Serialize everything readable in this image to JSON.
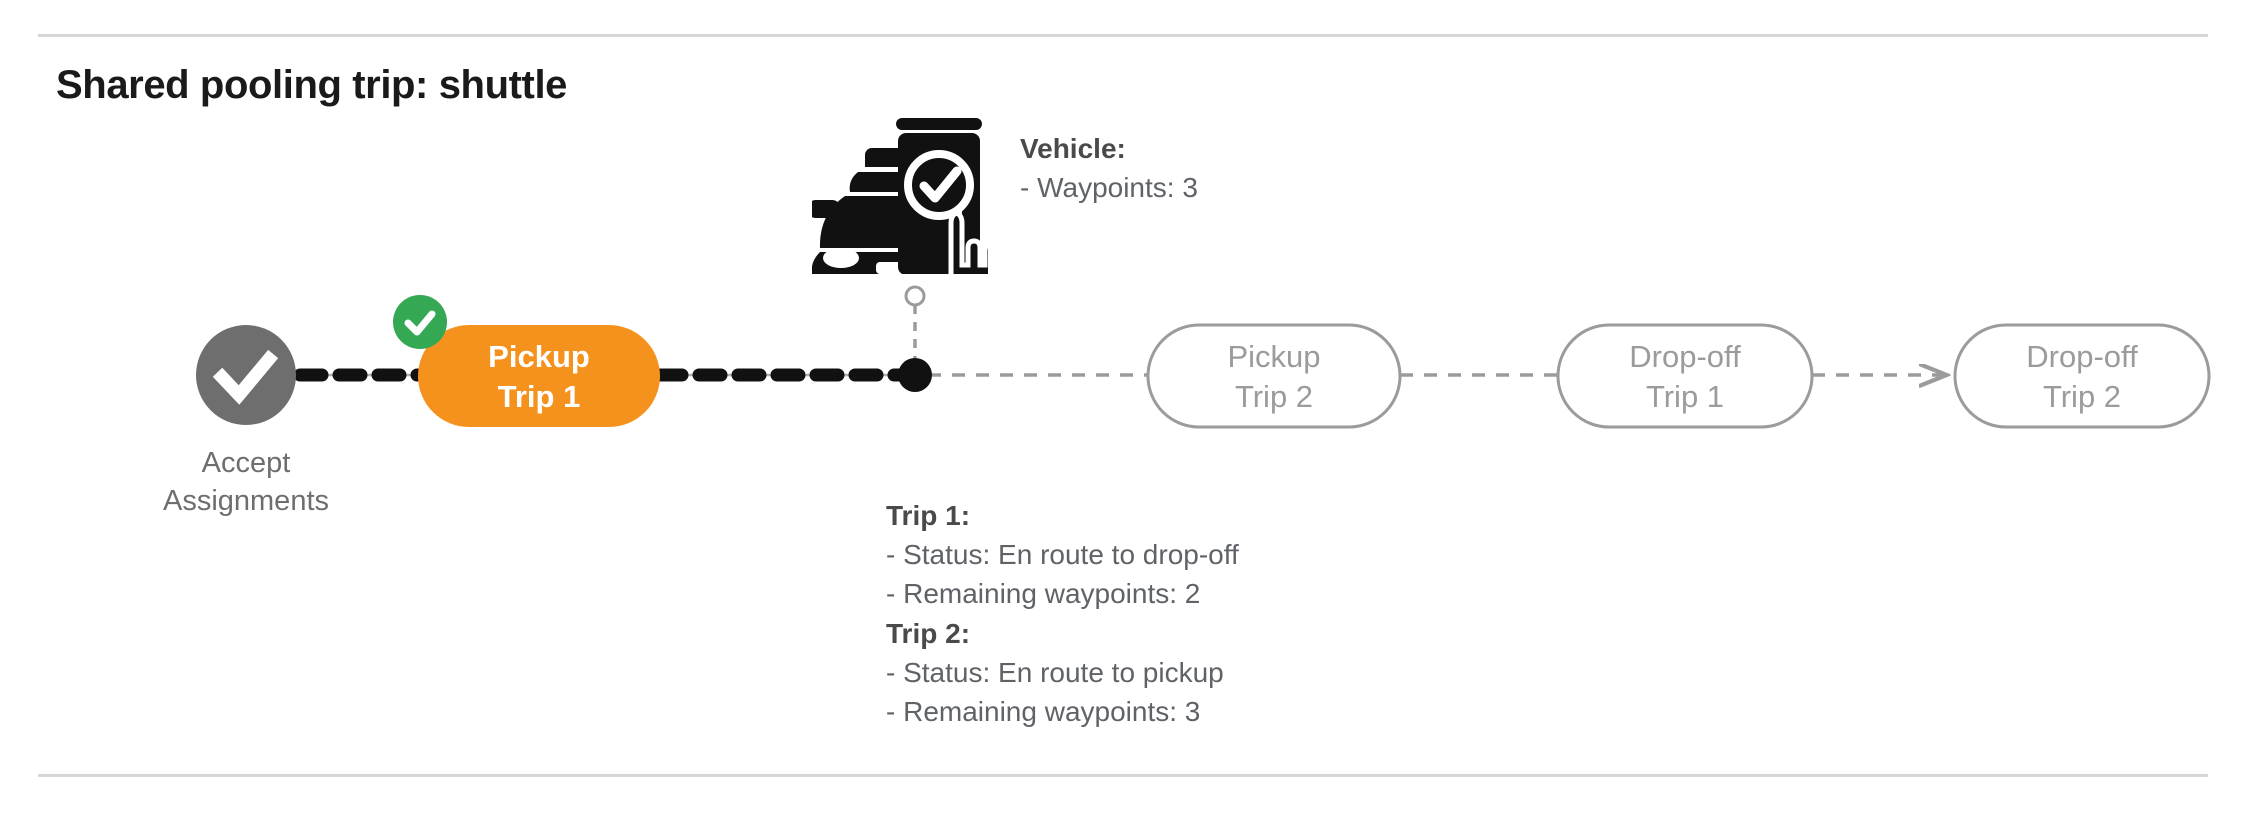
{
  "page": {
    "title": "Shared pooling trip: shuttle",
    "accent_orange": "#F5921E",
    "accent_green": "#34A853",
    "node_gray": "#6e6e6e",
    "pending_gray": "#9b9b9b",
    "rule_gray": "#d6d6d6"
  },
  "flow": {
    "start_node": {
      "icon": "check-circle-icon",
      "caption": "Accept\nAssignments"
    },
    "nodes": [
      {
        "id": "pickup-trip-1",
        "line1": "Pickup",
        "line2": "Trip 1",
        "state": "active",
        "badge": "check-badge-icon"
      },
      {
        "id": "pickup-trip-2",
        "line1": "Pickup",
        "line2": "Trip 2",
        "state": "pending",
        "badge": null
      },
      {
        "id": "dropoff-trip-1",
        "line1": "Drop-off",
        "line2": "Trip 1",
        "state": "pending",
        "badge": null
      },
      {
        "id": "dropoff-trip-2",
        "line1": "Drop-off",
        "line2": "Trip 2",
        "state": "pending",
        "badge": null
      }
    ]
  },
  "vehicle": {
    "icon": "vehicle-phone-check-icon",
    "title": "Vehicle",
    "title_suffix": ":",
    "rows": [
      "- Waypoints: 3"
    ]
  },
  "trips": [
    {
      "title": "Trip 1",
      "title_suffix": ":",
      "rows": [
        "- Status:  En route to drop-off",
        "- Remaining waypoints: 2"
      ]
    },
    {
      "title": "Trip 2",
      "title_suffix": ":",
      "rows": [
        "- Status:  En route to pickup",
        "- Remaining waypoints: 3"
      ]
    }
  ]
}
